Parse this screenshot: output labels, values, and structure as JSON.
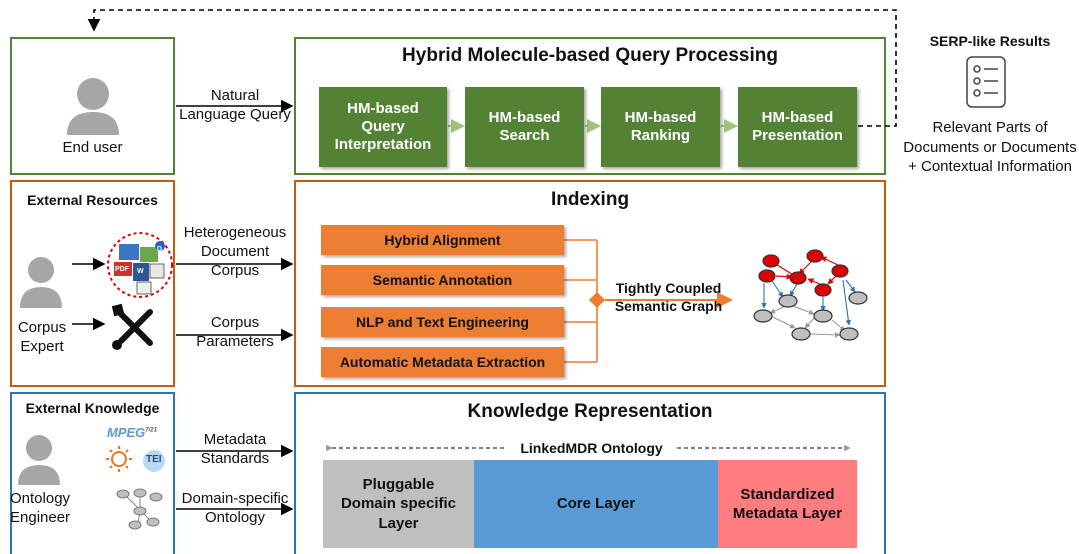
{
  "top": {
    "serp_title": "SERP-like Results",
    "serp_desc": [
      "Relevant Parts of",
      "Documents or Documents",
      "+ Contextual Information"
    ]
  },
  "end_user": {
    "label": "End user",
    "input_label": [
      "Natural",
      "Language Query"
    ]
  },
  "query_processing": {
    "title": "Hybrid Molecule-based Query Processing",
    "steps": [
      [
        "HM-based",
        "Query",
        "Interpretation"
      ],
      [
        "HM-based",
        "Search"
      ],
      [
        "HM-based",
        "Ranking"
      ],
      [
        "HM-based",
        "Presentation"
      ]
    ]
  },
  "external_resources": {
    "title": "External Resources",
    "expert": [
      "Corpus",
      "Expert"
    ],
    "corpus_label": [
      "Heterogeneous",
      "Document",
      "Corpus"
    ],
    "params_label": [
      "Corpus",
      "Parameters"
    ],
    "icon_badges": [
      "PDF",
      "D",
      "W"
    ]
  },
  "indexing": {
    "title": "Indexing",
    "components": [
      "Hybrid Alignment",
      "Semantic Annotation",
      "NLP and Text Engineering",
      "Automatic Metadata Extraction"
    ],
    "graph_label": [
      "Tightly Coupled",
      "Semantic Graph"
    ]
  },
  "external_knowledge": {
    "title": "External Knowledge",
    "engineer": [
      "Ontology",
      "Engineer"
    ],
    "standards_label": [
      "Metadata",
      "Standards"
    ],
    "ontology_label": [
      "Domain-specific",
      "Ontology"
    ],
    "logos": [
      "MPEG",
      "7/21",
      "TEI"
    ]
  },
  "knowledge_representation": {
    "title": "Knowledge Representation",
    "ontology_name": "LinkedMDR Ontology",
    "layers": [
      {
        "label": [
          "Pluggable",
          "Domain specific",
          "Layer"
        ],
        "color": "#bfbfbf"
      },
      {
        "label": [
          "Core Layer"
        ],
        "color": "#5b9bd5"
      },
      {
        "label": [
          "Standardized",
          "Metadata Layer"
        ],
        "color": "#ff7c80"
      }
    ]
  },
  "colors": {
    "green": "#548235",
    "orange": "#ed7d31",
    "orange_dark": "#c55a11",
    "blue": "#2e75b6",
    "red_node": "#e00000",
    "gray_node": "#bfbfbf"
  }
}
